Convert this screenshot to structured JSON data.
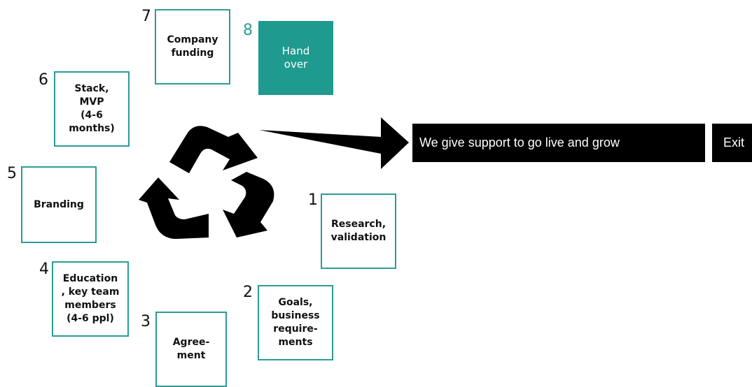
{
  "steps": [
    {
      "number": "1",
      "label": "Research,\nvalidation"
    },
    {
      "number": "2",
      "label": "Goals,\nbusiness\nrequire-\nments"
    },
    {
      "number": "3",
      "label": "Agree-\nment"
    },
    {
      "number": "4",
      "label": "Education\n, key team\nmembers\n(4-6 ppl)"
    },
    {
      "number": "5",
      "label": "Branding"
    },
    {
      "number": "6",
      "label": "Stack,\nMVP\n(4-6\nmonths)"
    },
    {
      "number": "7",
      "label": "Company\nfunding"
    },
    {
      "number": "8",
      "label": "Hand\nover"
    }
  ],
  "banner": {
    "support_text": "We give support to go live and grow",
    "exit_text": "Exit"
  },
  "colors": {
    "accent": "#2a9d95",
    "handover_fill": "#1f9a8f",
    "banner": "#000000"
  },
  "icons": {
    "cycle": "recycle-arrows-icon",
    "flow": "right-arrow-icon"
  }
}
